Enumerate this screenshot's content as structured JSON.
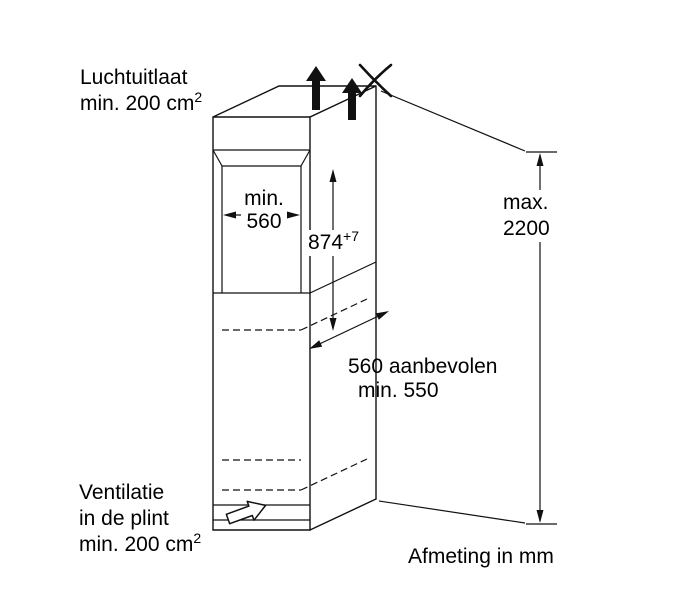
{
  "diagram": {
    "unit_note": "Afmeting in mm",
    "annotations": {
      "air_outlet": {
        "line1": "Luchtuitlaat",
        "line2": "min. 200 cm",
        "line2_sup": "2"
      },
      "plinth_ventilation": {
        "line1": "Ventilatie",
        "line2": "in de plint",
        "line3": "min. 200 cm",
        "line3_sup": "2"
      }
    },
    "dimensions": {
      "niche_width": {
        "label": "min.",
        "value": "560"
      },
      "niche_height": {
        "value": "874",
        "tolerance": "+7"
      },
      "overall_height": {
        "label": "max.",
        "value": "2200"
      },
      "depth": {
        "line1": "560 aanbevolen",
        "line2": "min. 550"
      }
    },
    "icons": {
      "airflow_top": "up-arrow",
      "air_exhaust": "cross-mark",
      "plinth_airflow": "outline-arrow"
    },
    "colors": {
      "line": "#111111",
      "text": "#000000",
      "background": "#ffffff"
    }
  }
}
